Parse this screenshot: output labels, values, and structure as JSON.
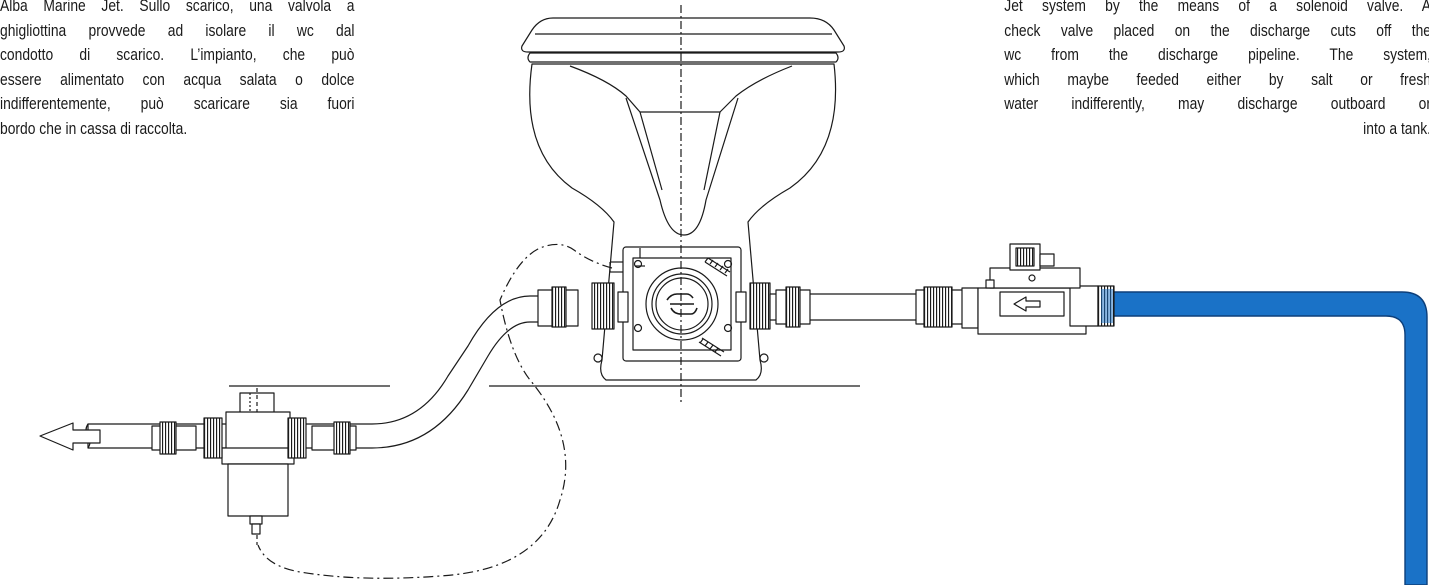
{
  "italian_text": {
    "lines": [
      "Alba Marine Jet. Sullo scarico, una valvola a",
      "ghigliottina provvede ad isolare il wc dal",
      "condotto di scarico. L’impianto, che può",
      "essere alimentato con acqua salata o dolce",
      "indifferentemente, può scaricare sia fuori",
      "bordo che in cassa di raccolta."
    ]
  },
  "english_text": {
    "lines": [
      "Jet system by the means of a solenoid valve. A",
      "check valve placed on the discharge cuts off the",
      "wc from the discharge pipeline. The system,",
      "which maybe feeded either by salt or fresh",
      "water indifferently, may discharge outboard or",
      "into a tank."
    ]
  },
  "colors": {
    "line": "#1a1a1a",
    "inlet_hose": "#1a72c7",
    "inlet_hose_outline": "#0d3f7a"
  },
  "icons": {
    "discharge_arrow": "arrow-left-icon",
    "pump_logo": "logo-icon"
  }
}
